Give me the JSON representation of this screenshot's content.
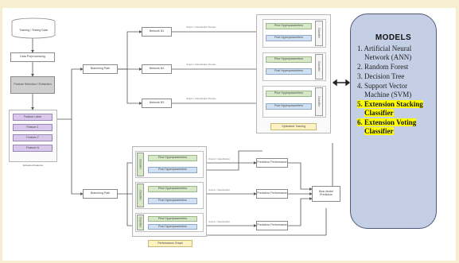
{
  "flowchart": {
    "source": "Training / Testing Data",
    "preprocess": "Data Preprocessing",
    "feature": "Feature Selection / Extraction",
    "feature_list": [
      "Feature Label",
      "Feature 1",
      "Feature 2",
      "Feature N"
    ],
    "feature_caption": "Extracted Features",
    "branch_top": "Branching Path",
    "branch_bottom": "Branching Path",
    "top_nodes": [
      "Network N1",
      "Network N2",
      "Network N3"
    ],
    "bars_green": "Prior Hyperparameters",
    "bars_blue": "Post Hyperparameters",
    "vertical_label": "Classifier",
    "top_footer": "Optimized Training",
    "bottom_footer": "Performance Graph",
    "result_nodes": [
      "Prediction Performance",
      "Prediction Performance",
      "Prediction Performance"
    ],
    "final": "Best Model Prediction",
    "edge_top": "Output / Classification Results",
    "edge_bottom": "Output / Classification"
  },
  "models": {
    "title": "MODELS",
    "items": [
      {
        "num": "1.",
        "text": "Artificial Neural Network (ANN)",
        "highlight": false
      },
      {
        "num": "2.",
        "text": "Random Forest",
        "highlight": false
      },
      {
        "num": "3.",
        "text": "Decision Tree",
        "highlight": false
      },
      {
        "num": "4.",
        "text": "Support Vector Machine (SVM)",
        "highlight": false
      },
      {
        "num": "5.",
        "text": "Extension Stacking Classifier",
        "highlight": true
      },
      {
        "num": "6.",
        "text": "Extension Voting Classifier",
        "highlight": true
      }
    ],
    "box_color": "#c4cfe6",
    "highlight_color": "#ffff00"
  }
}
